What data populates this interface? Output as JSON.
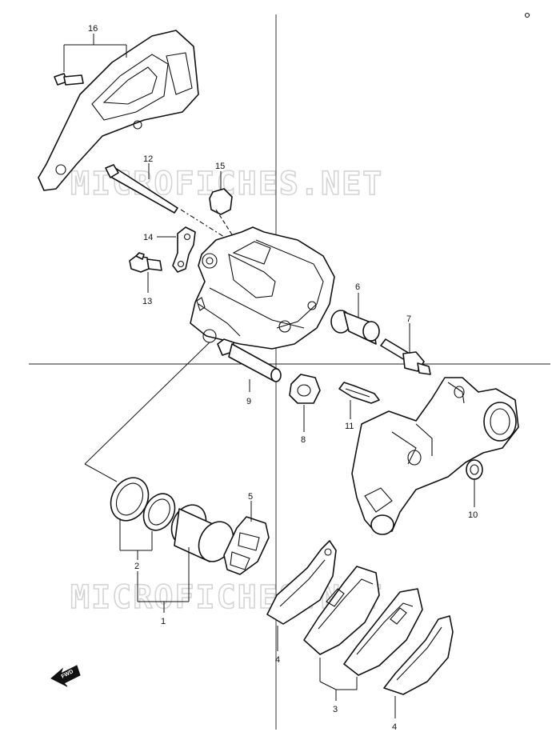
{
  "watermark": "MICROFICHES.NET",
  "direction_label": "FWD",
  "callouts": {
    "c1": "1",
    "c2": "2",
    "c3": "3",
    "c4a": "4",
    "c4b": "4",
    "c5": "5",
    "c6": "6",
    "c7": "7",
    "c8": "8",
    "c9": "9",
    "c10": "10",
    "c11": "11",
    "c12": "12",
    "c13": "13",
    "c14": "14",
    "c15": "15",
    "c16": "16"
  }
}
